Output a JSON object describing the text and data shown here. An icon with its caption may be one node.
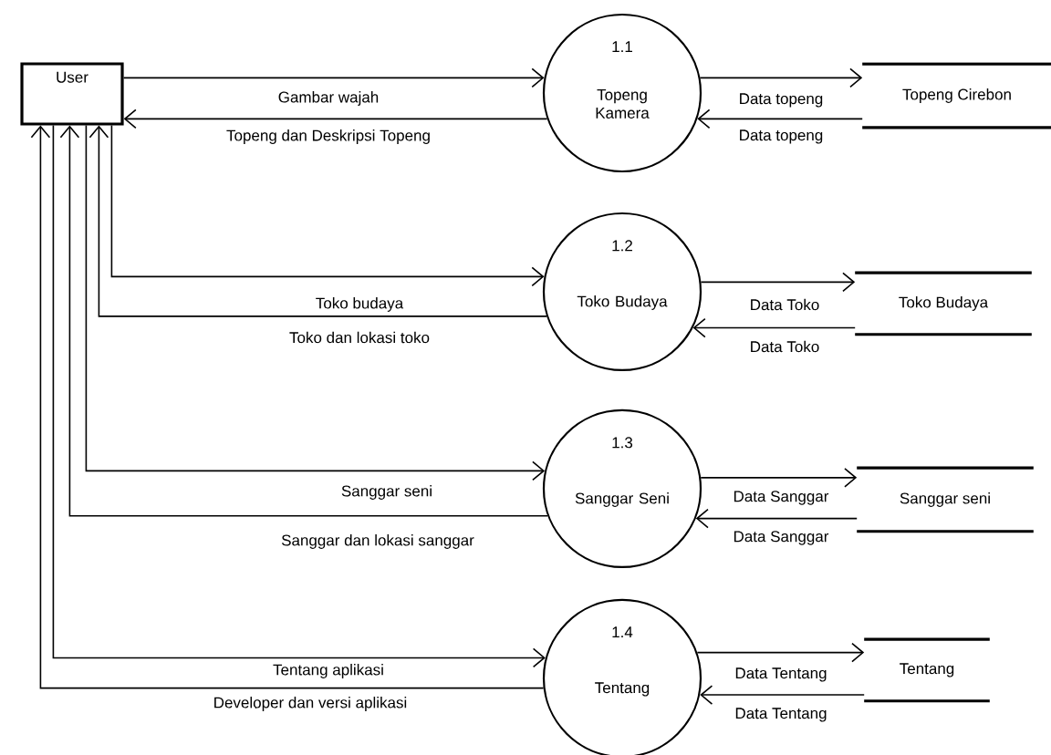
{
  "diagram": {
    "nodes": [
      {
        "text": [
          "User"
        ]
      },
      {
        "text": [
          "1.1",
          "Topeng Kamera"
        ]
      },
      {
        "text": [
          "1.2",
          "Toko Budaya"
        ]
      },
      {
        "text": [
          "1.3",
          "Sanggar Seni"
        ]
      },
      {
        "text": [
          "1.4",
          "Tentang"
        ]
      },
      {
        "text": [
          "Topeng Cirebon"
        ]
      },
      {
        "text": [
          "Toko Budaya"
        ]
      },
      {
        "text": [
          "Sanggar seni"
        ]
      },
      {
        "text": [
          "Tentang"
        ]
      }
    ],
    "edges": [
      {
        "from": 0,
        "to": 1,
        "arrow": "to",
        "label": "Gambar wajah"
      },
      {
        "from": 1,
        "to": 0,
        "arrow": "to",
        "label": "Topeng dan Deskripsi Topeng"
      },
      {
        "from": 1,
        "to": 5,
        "arrow": "to",
        "label": "Data topeng"
      },
      {
        "from": 5,
        "to": 1,
        "arrow": "to",
        "label": "Data topeng"
      },
      {
        "from": 0,
        "to": 2,
        "arrow": "to",
        "label": "Toko budaya"
      },
      {
        "from": 2,
        "to": 0,
        "arrow": "to",
        "label": "Toko dan lokasi toko"
      },
      {
        "from": 2,
        "to": 6,
        "arrow": "to",
        "label": "Data Toko"
      },
      {
        "from": 6,
        "to": 2,
        "arrow": "to",
        "label": "Data Toko"
      },
      {
        "from": 0,
        "to": 3,
        "arrow": "to",
        "label": "Sanggar seni"
      },
      {
        "from": 3,
        "to": 0,
        "arrow": "to",
        "label": "Sanggar dan lokasi sanggar"
      },
      {
        "from": 3,
        "to": 7,
        "arrow": "to",
        "label": "Data Sanggar"
      },
      {
        "from": 7,
        "to": 3,
        "arrow": "to",
        "label": "Data Sanggar"
      },
      {
        "from": 0,
        "to": 4,
        "arrow": "to",
        "label": "Tentang aplikasi"
      },
      {
        "from": 4,
        "to": 0,
        "arrow": "to",
        "label": "Developer dan versi aplikasi"
      },
      {
        "from": 4,
        "to": 8,
        "arrow": "to",
        "label": "Data Tentang"
      },
      {
        "from": 8,
        "to": 4,
        "arrow": "to",
        "label": "Data Tentang"
      }
    ]
  }
}
